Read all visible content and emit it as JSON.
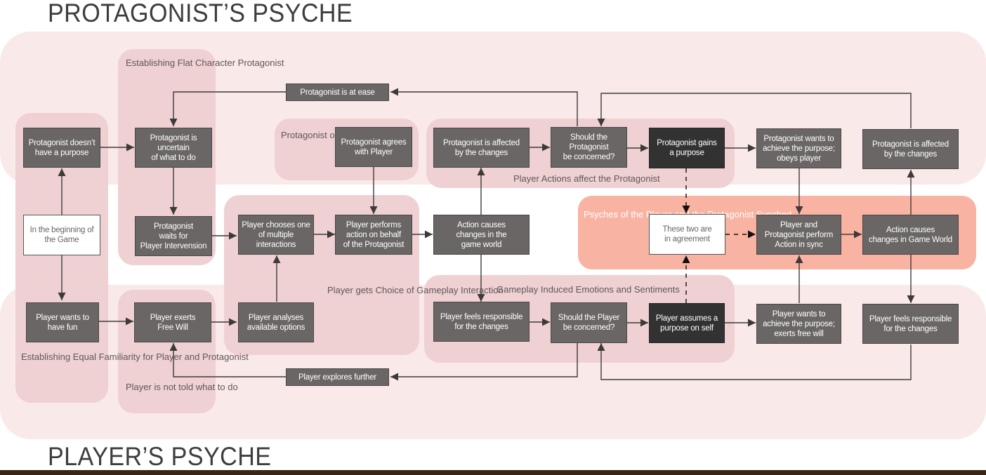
{
  "titles": {
    "top": "PROTAGONIST’S PSYCHE",
    "bottom": "PLAYER’S PSYCHE"
  },
  "groups": {
    "familiarity": "Establishing Equal\nFamiliarity for Player\nand Protagonist",
    "flat_character": "Establishing Flat\nCharacter\nProtagonist",
    "not_told": "Player is\nnot told what to do",
    "obeys": "Protagonist\nobeys\nplayer",
    "choice": "Player gets Choice\nof Gameplay\nInteraction",
    "actions_affect": "Player Actions affect the Protagonist",
    "emotions": "Gameplay Induced Emotions and Sentiments",
    "synched": "Psyches of the\nPlayer and the\nProtagonist\nSynched"
  },
  "nodes": {
    "no_purpose": "Protagonist doesn’t\nhave a purpose",
    "beginning": "In the beginning of\nthe Game",
    "wants_fun": "Player wants to\nhave fun",
    "uncertain": "Protagonist is\nuncertain\nof what to do",
    "waits": "Protagonist\nwaits for\nPlayer Intervension",
    "free_will": "Player exerts\nFree Will",
    "at_ease": "Protagonist is at ease",
    "agrees": "Protagonist agrees\nwith Player",
    "chooses": "Player chooses one\nof multiple\ninteractions",
    "performs": "Player performs\naction on behalf\nof the Protagonist",
    "analyses": "Player analyses\navailable options",
    "explores": "Player explores further",
    "prot_affected": "Protagonist is affected\nby the changes",
    "action_changes": "Action causes\nchanges in the\ngame world",
    "player_responsible": "Player feels responsible\nfor the changes",
    "should_prot": "Should the\nProtagonist\nbe concerned?",
    "should_player": "Should the Player\nbe concerned?",
    "gains_purpose": "Protagonist gains\na purpose",
    "assumes_purpose": "Player assumes a\npurpose on self",
    "agreement": "These two are\nin agreement",
    "prot_wants": "Protagonist wants to\nachieve the purpose;\nobeys player",
    "player_wants": "Player wants to\nachieve the purpose;\nexerts free will",
    "in_sync": "Player and\nProtagonist perform\nAction in sync",
    "prot_affected2": "Protagonist is affected\nby the changes",
    "action_changes2": "Action causes\nchanges in Game World",
    "player_responsible2": "Player feels responsible\nfor the changes"
  }
}
